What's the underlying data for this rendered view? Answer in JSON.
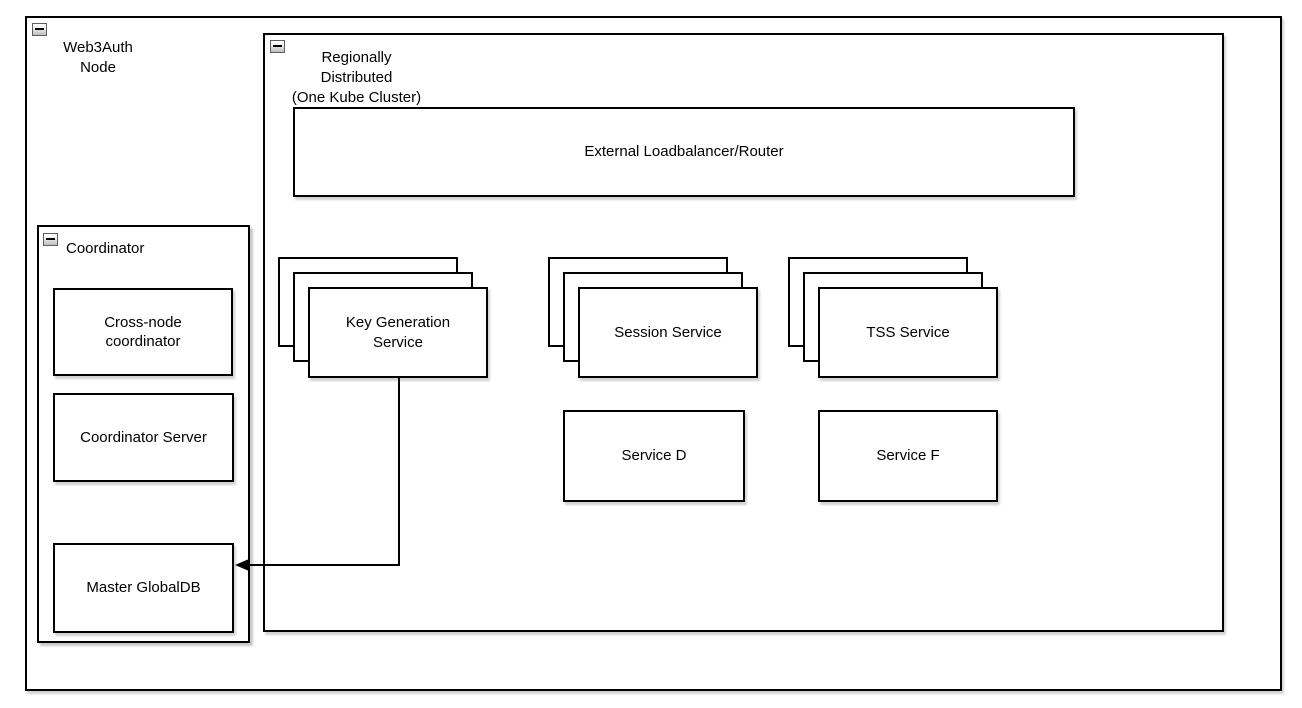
{
  "colors": {
    "border": "#000000",
    "fill": "#ffffff",
    "background": "#ffffff",
    "text": "#000000"
  },
  "nodes": {
    "web3auth": {
      "label": "Web3Auth\nNode",
      "collapse_icon": "minus"
    },
    "cluster": {
      "label": "Regionally Distributed\n(One Kube Cluster)",
      "collapse_icon": "minus"
    },
    "loadbalancer": {
      "label": "External Loadbalancer/Router"
    },
    "stacks": [
      {
        "label": "Key Generation\nService",
        "copies": 3
      },
      {
        "label": "Session Service",
        "copies": 3
      },
      {
        "label": "TSS Service",
        "copies": 3
      }
    ],
    "services": [
      {
        "label": "Service D"
      },
      {
        "label": "Service F"
      }
    ],
    "coordinator": {
      "label": "Coordinator",
      "collapse_icon": "minus",
      "children": [
        {
          "label": "Cross-node\ncoordinator"
        },
        {
          "label": "Coordinator Server"
        },
        {
          "label": "Master GlobalDB"
        }
      ]
    }
  },
  "edges": [
    {
      "from": "Key Generation Service",
      "to": "Master GlobalDB",
      "style": "orthogonal-arrow"
    }
  ]
}
